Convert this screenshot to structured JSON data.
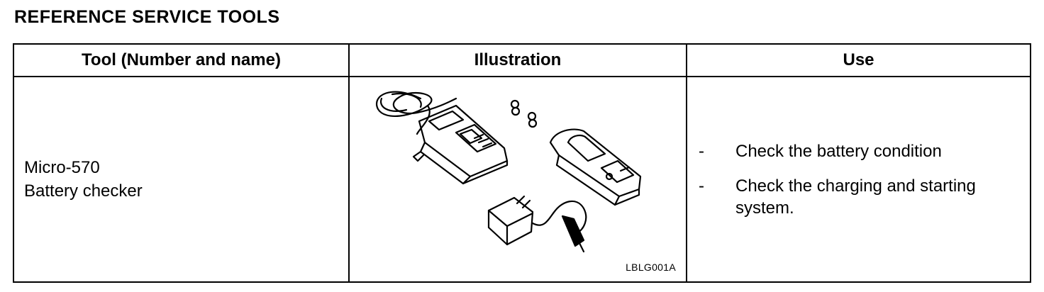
{
  "title": "REFERENCE SERVICE TOOLS",
  "table": {
    "headers": [
      "Tool (Number and name)",
      "Illustration",
      "Use"
    ],
    "row": {
      "tool_number": "Micro-570",
      "tool_name": "Battery checker",
      "illustration_code": "LBLG001A",
      "uses": [
        {
          "bullet": "-",
          "text": "Check the battery condition"
        },
        {
          "bullet": "-",
          "text": "Check the charging and starting system."
        }
      ]
    }
  }
}
